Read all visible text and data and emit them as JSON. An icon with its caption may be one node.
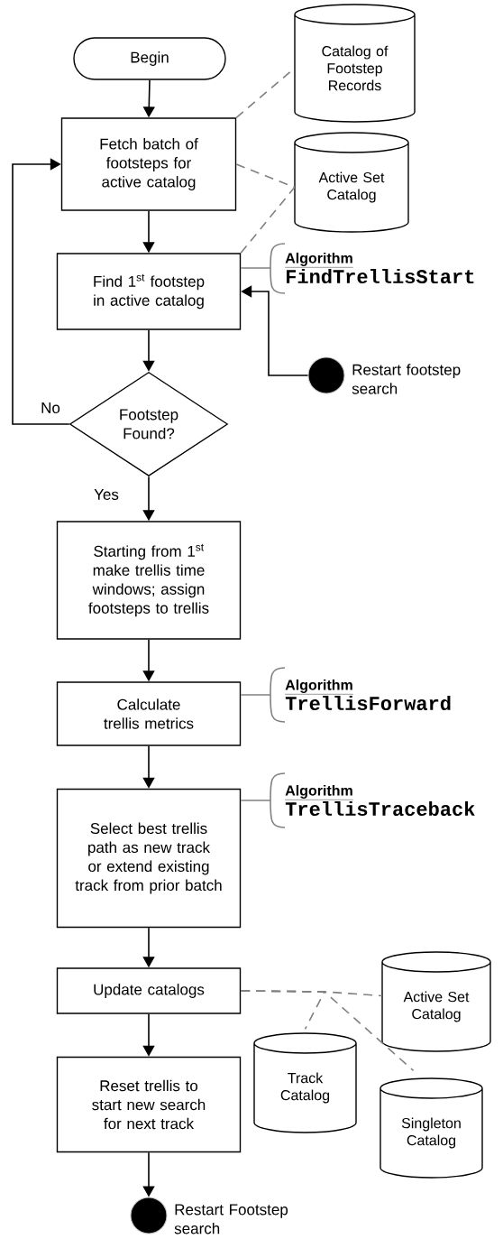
{
  "diagram": {
    "nodes": [
      {
        "text": [
          "Begin"
        ]
      },
      {
        "text": [
          "Fetch batch of footsteps for active catalog"
        ]
      },
      {
        "text": [
          "Catalog of Footstep Records"
        ]
      },
      {
        "text": [
          "Active Set Catalog"
        ]
      },
      {
        "text": [
          "Find 1$^{st}$ footstep in active catalog"
        ]
      },
      {
        "text": [
          "Algorithm",
          "FindTrellisStart"
        ]
      },
      {
        "text": [],
        "shape": "circle",
        "beside": [
          "Restart footstep search"
        ]
      },
      {
        "text": [
          "Footstep Found?"
        ]
      },
      {
        "text": [
          "Starting from 1$^{st}$ make trellis time windows; assign footsteps to trellis"
        ]
      },
      {
        "text": [
          "Calculate trellis metrics"
        ]
      },
      {
        "text": [
          "Algorithm",
          "TrellisForward"
        ]
      },
      {
        "text": [
          "Select best trellis path as new track or extend existing track from prior batch"
        ]
      },
      {
        "text": [
          "Algorithm",
          "TrellisTraceback"
        ]
      },
      {
        "text": [
          "Update catalogs"
        ]
      },
      {
        "text": [
          "Active Set Catalog"
        ]
      },
      {
        "text": [
          "Track Catalog"
        ]
      },
      {
        "text": [
          "Singleton Catalog"
        ]
      },
      {
        "text": [
          "Reset trellis to start new search for next track"
        ]
      },
      {
        "text": [],
        "shape": "circle",
        "beside": [
          "Restart Footstep search"
        ]
      }
    ],
    "edges": [
      {
        "from": 0,
        "to": 1,
        "arrow": "to"
      },
      {
        "from": 1,
        "to": 4,
        "arrow": "to"
      },
      {
        "from": 4,
        "to": 7,
        "arrow": "to"
      },
      {
        "from": 7,
        "to": 1,
        "arrow": "to",
        "label": "No"
      },
      {
        "from": 7,
        "to": 8,
        "arrow": "to",
        "label": "Yes"
      },
      {
        "from": 6,
        "to": 4,
        "arrow": "to"
      },
      {
        "from": 8,
        "to": 9,
        "arrow": "to"
      },
      {
        "from": 9,
        "to": 11,
        "arrow": "to"
      },
      {
        "from": 11,
        "to": 13,
        "arrow": "to"
      },
      {
        "from": 13,
        "to": 17,
        "arrow": "to"
      },
      {
        "from": 17,
        "to": 18,
        "arrow": "to"
      },
      {
        "from": 1,
        "to": 2,
        "arrow": "none",
        "style": "dashed",
        "color": "#808080"
      },
      {
        "from": 1,
        "to": 3,
        "arrow": "none",
        "style": "dashed",
        "color": "#808080"
      },
      {
        "from": 4,
        "to": 3,
        "arrow": "none",
        "style": "dashed",
        "color": "#808080"
      },
      {
        "from": 4,
        "to": 5,
        "arrow": "none",
        "color": "#808080"
      },
      {
        "from": 9,
        "to": 10,
        "arrow": "none",
        "color": "#808080"
      },
      {
        "from": 11,
        "to": 12,
        "arrow": "none",
        "color": "#808080"
      },
      {
        "from": 13,
        "to": 14,
        "arrow": "none",
        "style": "dashed",
        "color": "#808080"
      },
      {
        "from": 13,
        "to": 15,
        "arrow": "none",
        "style": "dashed",
        "color": "#808080"
      },
      {
        "from": 13,
        "to": 16,
        "arrow": "none",
        "style": "dashed",
        "color": "#808080"
      }
    ]
  }
}
